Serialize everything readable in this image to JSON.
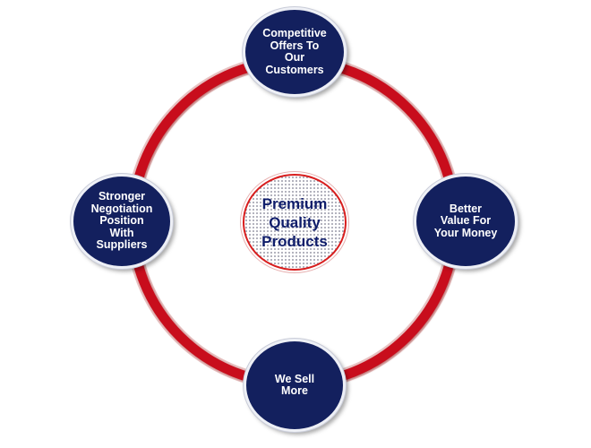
{
  "center": {
    "label": "Premium\nQuality\nProducts"
  },
  "nodes": {
    "top": {
      "label": "Competitive\nOffers To\nOur\nCustomers"
    },
    "right": {
      "label": "Better\nValue For\nYour Money"
    },
    "bottom": {
      "label": "We Sell\nMore"
    },
    "left": {
      "label": "Stronger\nNegotiation\nPosition\nWith\nSuppliers"
    }
  },
  "colors": {
    "ring": "#c8101c",
    "node_fill": "#13205e",
    "center_border": "#d81e1e",
    "center_text": "#0f1d6b"
  }
}
